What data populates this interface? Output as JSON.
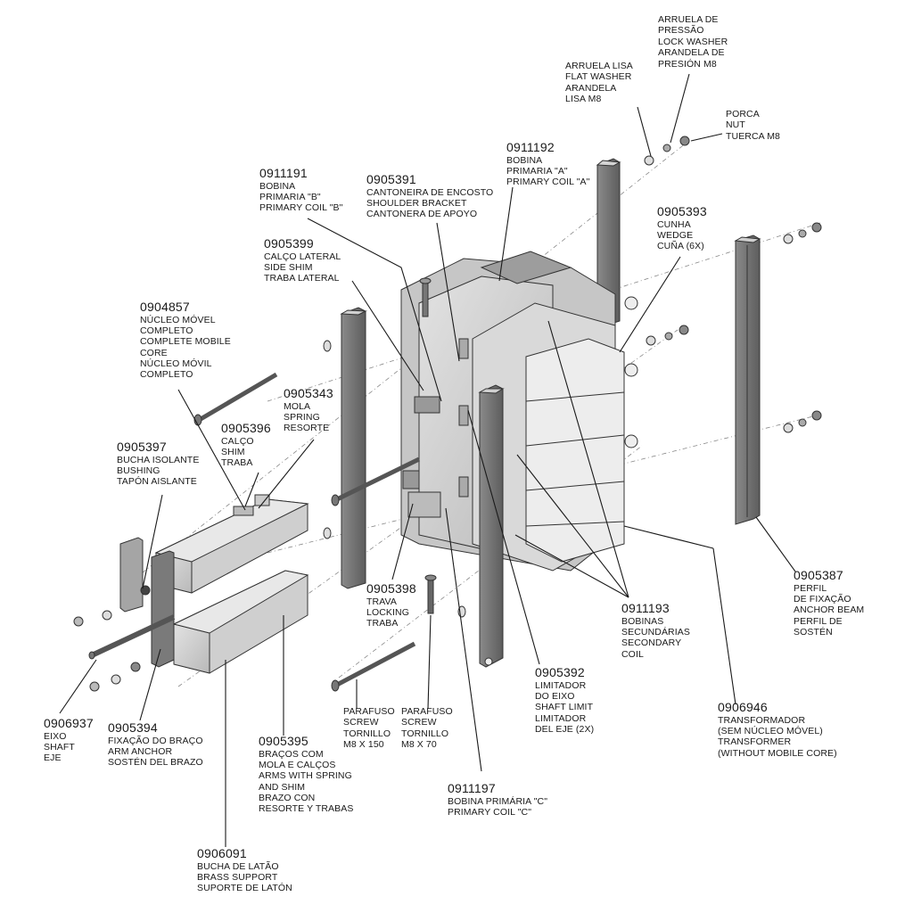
{
  "parts": {
    "p0911191": {
      "code": "0911191",
      "lines": [
        "BOBINA",
        "PRIMARIA \"B\"",
        "PRIMARY COIL \"B\""
      ]
    },
    "p0905391": {
      "code": "0905391",
      "lines": [
        "CANTONEIRA DE ENCOSTO",
        "SHOULDER BRACKET",
        "CANTONERA DE APOYO"
      ]
    },
    "p0911192": {
      "code": "0911192",
      "lines": [
        "BOBINA",
        "PRIMARIA \"A\"",
        "PRIMARY COIL \"A\""
      ]
    },
    "arruela_lisa": {
      "lines": [
        "ARRUELA LISA",
        "FLAT WASHER",
        "ARANDELA",
        "LISA M8"
      ]
    },
    "arruela_pressao": {
      "lines": [
        "ARRUELA DE",
        "PRESSÃO",
        "LOCK WASHER",
        "ARANDELA DE",
        "PRESIÓN M8"
      ]
    },
    "porca": {
      "lines": [
        "PORCA",
        "NUT",
        "TUERCA M8"
      ]
    },
    "p0905393": {
      "code": "0905393",
      "lines": [
        "CUNHA",
        "WEDGE",
        "CUÑA (6X)"
      ]
    },
    "p0905399": {
      "code": "0905399",
      "lines": [
        "CALÇO LATERAL",
        "SIDE SHIM",
        "TRABA LATERAL"
      ]
    },
    "p0904857": {
      "code": "0904857",
      "lines": [
        "NÚCLEO MÓVEL",
        "COMPLETO",
        "COMPLETE MOBILE",
        "CORE",
        "NÚCLEO MÓVIL",
        "COMPLETO"
      ]
    },
    "p0905343": {
      "code": "0905343",
      "lines": [
        "MOLA",
        "SPRING",
        "RESORTE"
      ]
    },
    "p0905396": {
      "code": "0905396",
      "lines": [
        "CALÇO",
        "SHIM",
        "TRABA"
      ]
    },
    "p0905397": {
      "code": "0905397",
      "lines": [
        "BUCHA ISOLANTE",
        "BUSHING",
        "TAPÓN AISLANTE"
      ]
    },
    "p0905398": {
      "code": "0905398",
      "lines": [
        "TRAVA",
        "LOCKING",
        "TRABA"
      ]
    },
    "p0905387": {
      "code": "0905387",
      "lines": [
        "PERFIL",
        "DE FIXAÇÃO",
        "ANCHOR BEAM",
        "PERFIL DE",
        "SOSTÉN"
      ]
    },
    "p0911193": {
      "code": "0911193",
      "lines": [
        "BOBINAS",
        "SECUNDÁRIAS",
        "SECONDARY",
        "COIL"
      ]
    },
    "p0905392": {
      "code": "0905392",
      "lines": [
        "LIMITADOR",
        "DO EIXO",
        "SHAFT LIMIT",
        "LIMITADOR",
        "DEL EJE (2X)"
      ]
    },
    "parafuso150": {
      "lines": [
        "PARAFUSO",
        "SCREW",
        "TORNILLO",
        "M8 X 150"
      ]
    },
    "parafuso70": {
      "lines": [
        "PARAFUSO",
        "SCREW",
        "TORNILLO",
        "M8 X 70"
      ]
    },
    "p0906946": {
      "code": "0906946",
      "lines": [
        "TRANSFORMADOR",
        "(SEM NÚCLEO MÓVEL)",
        "TRANSFORMER",
        "(WITHOUT MOBILE CORE)"
      ]
    },
    "p0906937": {
      "code": "0906937",
      "lines": [
        "EIXO",
        "SHAFT",
        "EJE"
      ]
    },
    "p0905394": {
      "code": "0905394",
      "lines": [
        "FIXAÇÃO DO BRAÇO",
        "ARM ANCHOR",
        "SOSTÉN DEL BRAZO"
      ]
    },
    "p0905395": {
      "code": "0905395",
      "lines": [
        "BRAÇOS COM",
        "MOLA E CALÇOS",
        "ARMS WITH SPRING",
        "AND SHIM",
        "BRAZO CON",
        "RESORTE Y TRABAS"
      ]
    },
    "p0911197": {
      "code": "0911197",
      "lines": [
        "BOBINA PRIMÁRIA \"C\"",
        "PRIMARY COIL \"C\""
      ]
    },
    "p0906091": {
      "code": "0906091",
      "lines": [
        "BUCHA DE LATÃO",
        "BRASS SUPPORT",
        "SUPORTE DE LATÓN"
      ]
    }
  }
}
